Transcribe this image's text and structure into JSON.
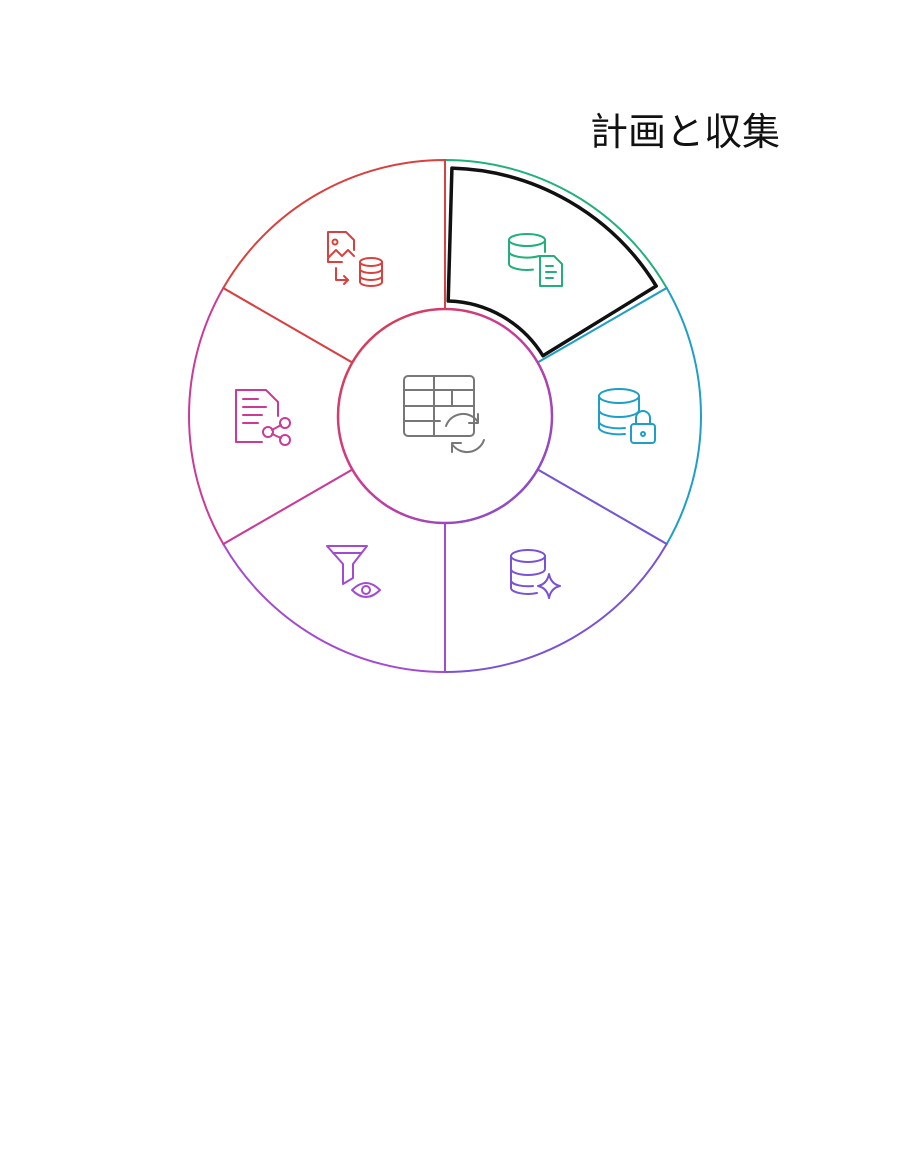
{
  "diagram": {
    "highlighted_label": "計画と収集",
    "center_icon": "table-sync-icon",
    "segments": [
      {
        "id": "planning-collection",
        "icon": "database-document-icon",
        "color": "#22b07a",
        "highlighted": true
      },
      {
        "id": "security",
        "icon": "database-lock-icon",
        "color": "#1e9fc7",
        "highlighted": false
      },
      {
        "id": "enhancement",
        "icon": "database-sparkle-icon",
        "color": "#7a52d6",
        "highlighted": false
      },
      {
        "id": "filtering",
        "icon": "filter-eye-icon",
        "color": "#a34ad3",
        "highlighted": false
      },
      {
        "id": "sharing",
        "icon": "document-share-icon",
        "color": "#cc3a96",
        "highlighted": false
      },
      {
        "id": "conversion",
        "icon": "image-to-database-icon",
        "color": "#d9403e",
        "highlighted": false
      }
    ]
  }
}
